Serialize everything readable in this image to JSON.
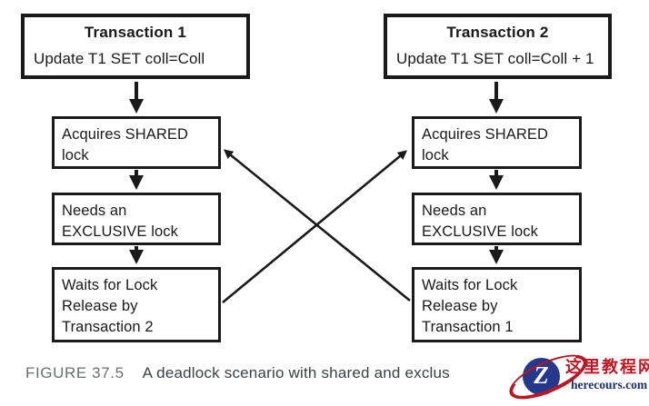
{
  "figure": {
    "caption_label": "FIGURE 37.5",
    "caption_text": "A deadlock scenario with shared and exclus"
  },
  "transaction1": {
    "title": "Transaction 1",
    "statement": "Update T1 SET coll=Coll",
    "steps": [
      "Acquires SHARED\nlock",
      "Needs an\nEXCLUSIVE lock",
      "Waits for Lock\nRelease by\nTransaction 2"
    ]
  },
  "transaction2": {
    "title": "Transaction 2",
    "statement": "Update T1 SET coll=Coll + 1",
    "steps": [
      "Acquires SHARED\nlock",
      "Needs an\nEXCLUSIVE lock",
      "Waits for Lock\nRelease by\nTransaction 1"
    ]
  },
  "watermark": {
    "logo_letter": "Z",
    "site_name": "这里教程网",
    "site_domain": "herecours.com",
    "navy_color": "#24388c",
    "red_color": "#bb1521"
  },
  "colors": {
    "ink": "#1a1a1a",
    "caption_label": "#6d7073",
    "caption_text": "#3e4144"
  }
}
